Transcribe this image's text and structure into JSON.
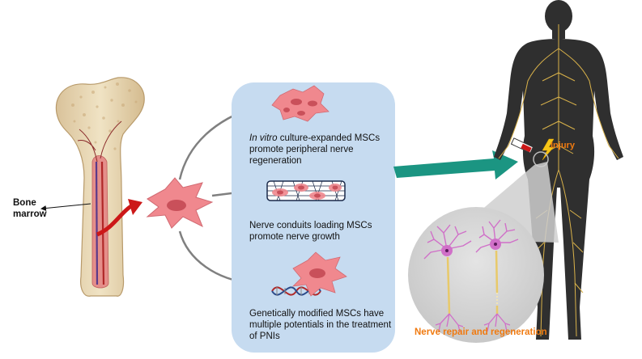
{
  "labels": {
    "bone_marrow": "Bone\nmarrow",
    "injury": "Injury",
    "nerve_repair": "Nerve repair and regeneration"
  },
  "panel": {
    "item1": {
      "italic_prefix": "In vitro",
      "text": " culture-expanded MSCs promote peripheral nerve regeneration"
    },
    "item2": {
      "text": "Nerve conduits loading MSCs promote nerve growth"
    },
    "item3": {
      "text": "Genetically modified MSCs have multiple potentials in the treatment of PNIs"
    }
  },
  "colors": {
    "panel_bg": "#c6dbf0",
    "cell": "#f0888e",
    "nucleus": "#c9505a",
    "red_arrow": "#cc1818",
    "teal_arrow": "#1b9582",
    "gray_arrow": "#808080",
    "accent_orange": "#f07a10",
    "body": "#2f2f2f",
    "nerves": "#d9b24a",
    "neuron": "#d070c8"
  }
}
